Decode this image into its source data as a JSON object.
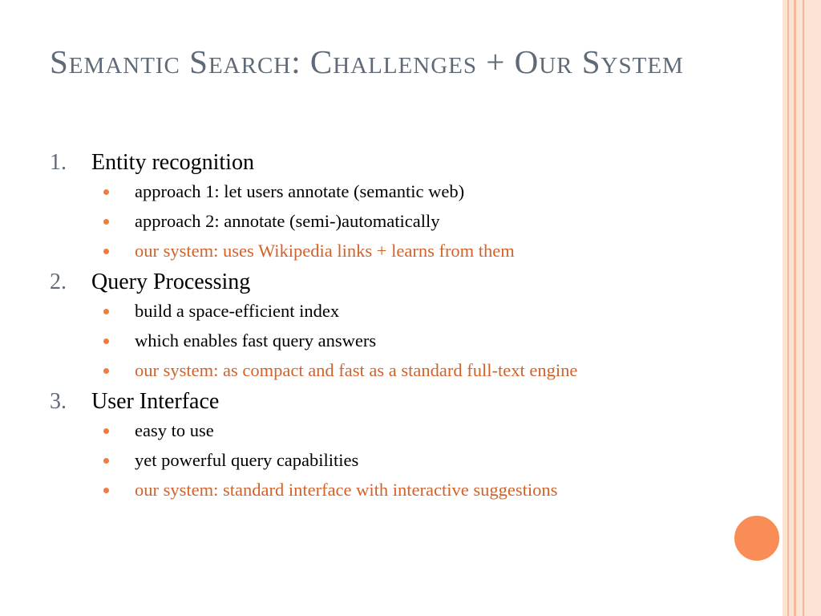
{
  "title": "Semantic Search: Challenges + Our System",
  "colors": {
    "title": "#5f6a78",
    "highlight": "#d2622b",
    "bullet": "#f27b3f",
    "circle": "#fa8c55",
    "stripe_light": "#fde3d6",
    "stripe_dark": "#f4b89a"
  },
  "sections": [
    {
      "number": "1.",
      "label": "Entity recognition",
      "bullets": [
        "approach 1: let users annotate (semantic web)",
        "approach 2: annotate (semi-)automatically",
        "our system: uses Wikipedia links + learns from them"
      ]
    },
    {
      "number": "2.",
      "label": "Query Processing",
      "bullets": [
        "build a space-efficient index",
        "which enables fast query answers",
        "our system: as compact and fast as a standard full-text engine"
      ]
    },
    {
      "number": "3.",
      "label": "User Interface",
      "bullets": [
        "easy to use",
        "yet powerful query capabilities",
        "our system: standard interface with interactive suggestions"
      ]
    }
  ]
}
